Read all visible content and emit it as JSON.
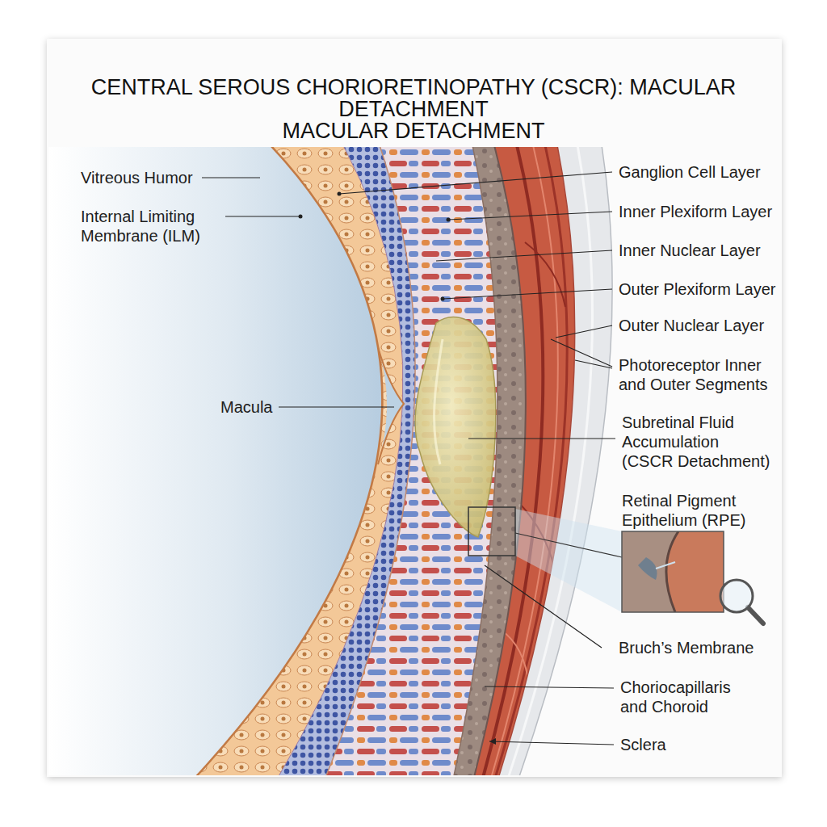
{
  "diagram": {
    "title": "CENTRAL SEROUS CHORIORETINOPATHY (CSCR): MACULAR DETACHMENT",
    "labels": [
      "MACULAR DETACHMENT",
      "Vitreous Humor",
      "Internal Limiting Membrane (ILM)",
      "Macula",
      "Ganglion Cell Layer",
      "Inner Plexiform Layer",
      "Inner Nuclear Layer",
      "Outer Plexiform Layer",
      "Outer Nuclear Layer",
      "Photoreceptor Inner and Outer Segments",
      "Subretinal Fluid Accumulation (CSCR Detachment)",
      "Retinal Pigment Epithelium (RPE)",
      "Bruch’s Membrane",
      "Choriocapillaris and Choroid",
      "Sclera"
    ]
  }
}
